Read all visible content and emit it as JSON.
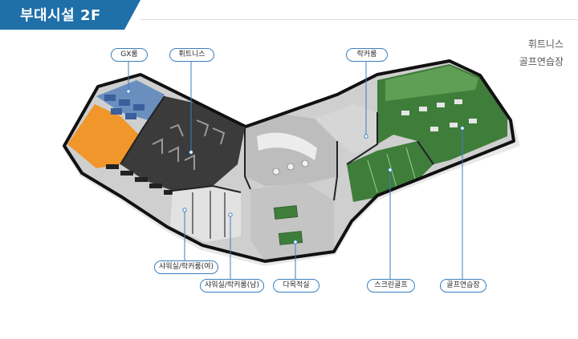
{
  "title": "부대시설 2F",
  "legend": [
    "휘트니스",
    "골프연습장"
  ],
  "labels": {
    "gx": "GX룸",
    "fitness": "휘트니스",
    "locker": "락커룸",
    "shower_f": "샤워실/락커룸(여)",
    "shower_m": "샤워실/락커룸(남)",
    "multi": "다목적실",
    "screen_golf": "스크린골프",
    "golf_range": "골프연습장"
  },
  "colors": {
    "accent": "#1f6fa8",
    "pill_border": "#3a7fbf",
    "gx_floor": "#f0962a",
    "fitness_floor": "#3b3b3b",
    "golf_floor": "#3f7d3a",
    "wall": "#111111"
  }
}
